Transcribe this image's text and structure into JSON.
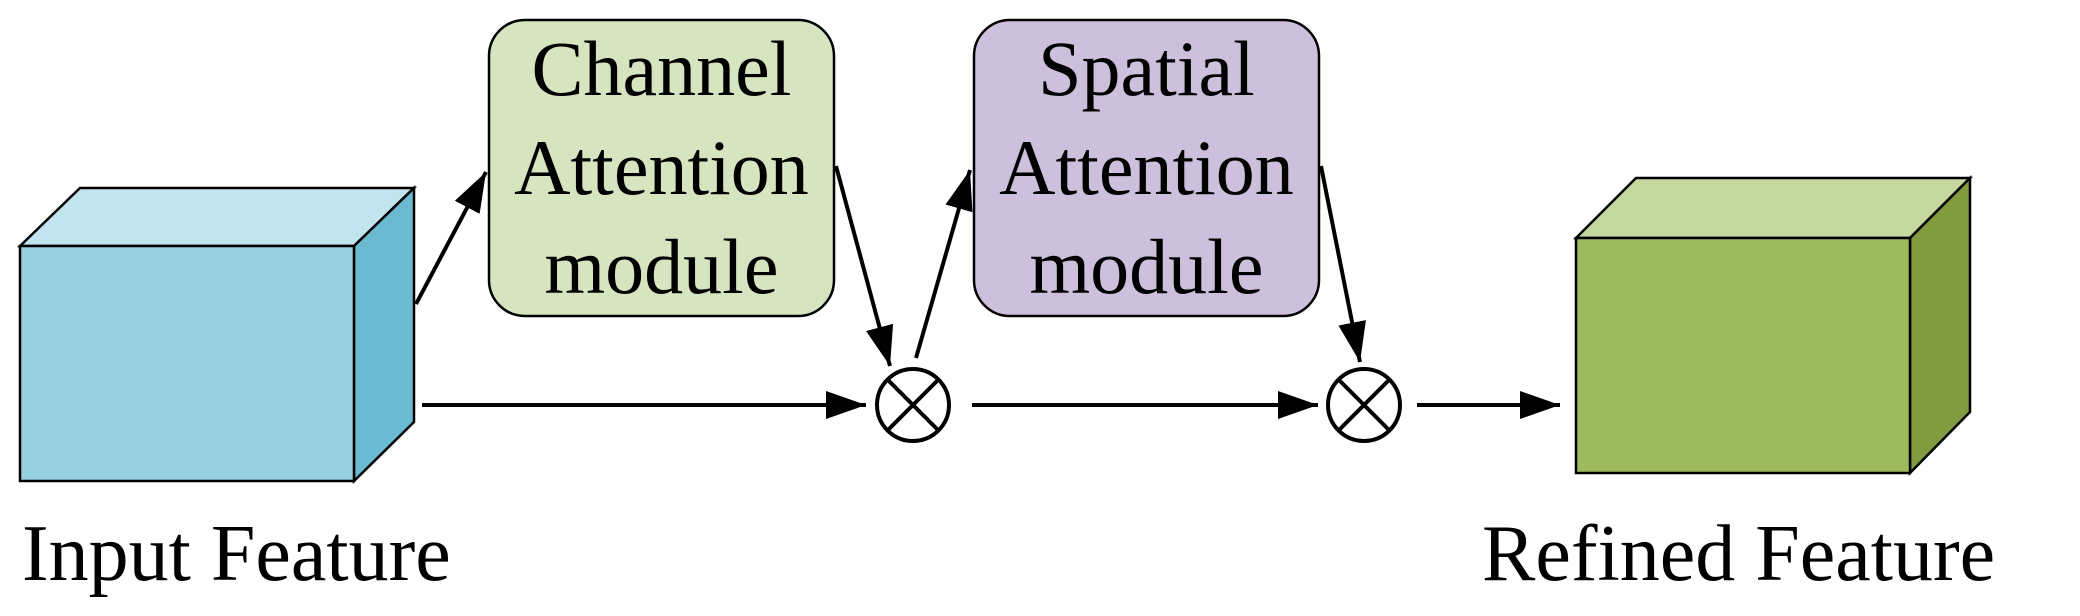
{
  "nodes": {
    "input_feature": {
      "label": "Input Feature",
      "colors": {
        "front": "#96cfe0",
        "top": "#c2e4ee",
        "side": "#6bbad2"
      }
    },
    "channel_attention": {
      "lines": [
        "Channel",
        "Attention",
        "module"
      ],
      "color": "#d6e4bf"
    },
    "spatial_attention": {
      "lines": [
        "Spatial",
        "Attention",
        "module"
      ],
      "color": "#cdc0dc"
    },
    "refined_feature": {
      "label": "Refined Feature",
      "colors": {
        "front": "#9dba5f",
        "top": "#c5d89e",
        "side": "#809b40"
      }
    },
    "multiply_1": {
      "symbol": "element-wise-multiply"
    },
    "multiply_2": {
      "symbol": "element-wise-multiply"
    }
  },
  "edges": [
    {
      "from": "input_feature",
      "to": "channel_attention"
    },
    {
      "from": "input_feature",
      "to": "multiply_1"
    },
    {
      "from": "channel_attention",
      "to": "multiply_1"
    },
    {
      "from": "multiply_1",
      "to": "spatial_attention"
    },
    {
      "from": "multiply_1",
      "to": "multiply_2"
    },
    {
      "from": "spatial_attention",
      "to": "multiply_2"
    },
    {
      "from": "multiply_2",
      "to": "refined_feature"
    }
  ]
}
